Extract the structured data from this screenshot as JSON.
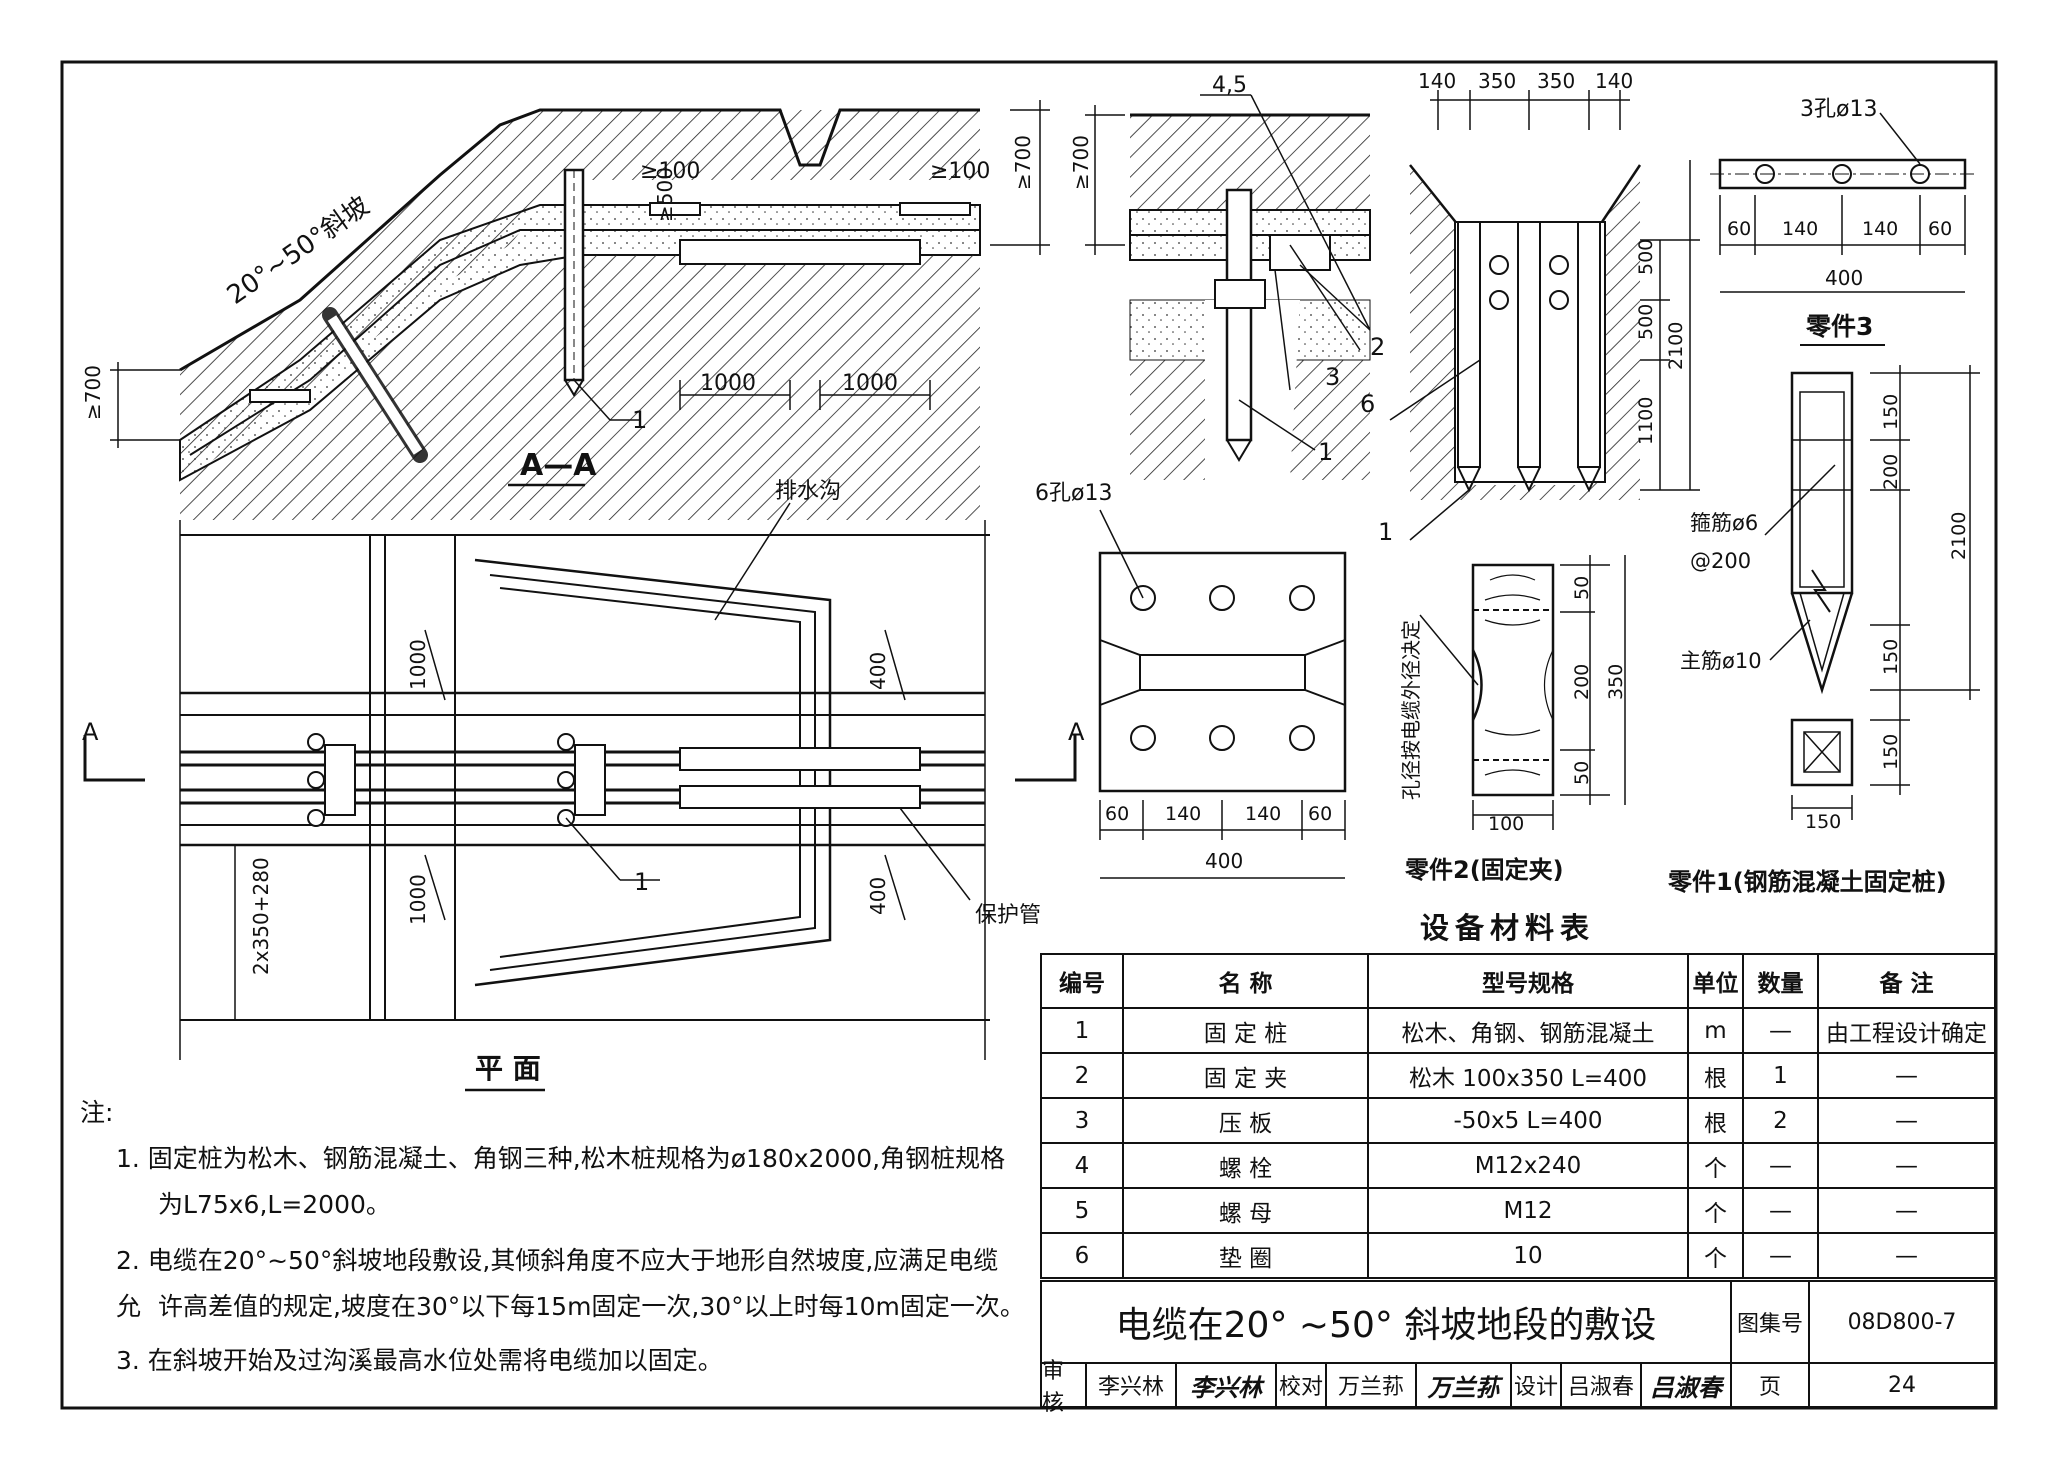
{
  "drawing": {
    "section_label": "A—A",
    "plan_label": "平 面",
    "slope_label": "20°~50°斜坡",
    "drain_label": "排水沟",
    "pipe_label": "保护管",
    "cut_label_a": "A",
    "dims": {
      "min700_a": "≥700",
      "min700_b": "≥700",
      "min700_c": "≥700",
      "min100_a": "≥100",
      "min100_b": "≥100",
      "min500": "≥500",
      "d1000_a": "1000",
      "d1000_b": "1000",
      "d1000_c": "1000",
      "d1000_d": "1000",
      "d400_a": "400",
      "d400_b": "400",
      "d2x350": "2x350+280",
      "lead45": "4,5"
    },
    "callouts": [
      "1",
      "1",
      "1",
      "1",
      "2",
      "3",
      "6"
    ]
  },
  "part3": {
    "title": "零件3",
    "holes": "3孔ø13",
    "dims": [
      "60",
      "140",
      "140",
      "60"
    ],
    "total": "400"
  },
  "plate": {
    "holes": "6孔ø13",
    "dims": [
      "60",
      "140",
      "140",
      "60"
    ],
    "total": "400"
  },
  "pile_group": {
    "top_dims": [
      "140",
      "350",
      "350",
      "140"
    ],
    "side_dims": [
      "500",
      "500",
      "1100"
    ],
    "total": "2100"
  },
  "part2": {
    "title": "零件2(固定夹)",
    "note": "孔径按电缆外径决定",
    "dims": [
      "50",
      "200",
      "50"
    ],
    "total": "350",
    "width": "100"
  },
  "part1": {
    "title": "零件1(钢筋混凝土固定桩)",
    "stirrup": "箍筋ø6",
    "spacing": "@200",
    "main_bar": "主筋ø10",
    "dims": [
      "150",
      "200",
      "150",
      "150"
    ],
    "total": "2100",
    "width": "150"
  },
  "notes": {
    "head": "注:",
    "items": [
      "1. 固定桩为松木、钢筋混凝土、角钢三种,松木桩规格为ø180x2000,角钢桩规格",
      "为L75x6,L=2000。",
      "2. 电缆在20°~50°斜坡地段敷设,其倾斜角度不应大于地形自然坡度,应满足电缆允",
      "许高差值的规定,坡度在30°以下每15m固定一次,30°以上时每10m固定一次。",
      "3. 在斜坡开始及过沟溪最高水位处需将电缆加以固定。"
    ]
  },
  "materials": {
    "title": "设备材料表",
    "headers": [
      "编号",
      "名  称",
      "型号规格",
      "单位",
      "数量",
      "备  注"
    ],
    "rows": [
      [
        "1",
        "固 定 桩",
        "松木、角钢、钢筋混凝土",
        "m",
        "—",
        "由工程设计确定"
      ],
      [
        "2",
        "固 定 夹",
        "松木 100x350 L=400",
        "根",
        "1",
        "—"
      ],
      [
        "3",
        "压  板",
        "-50x5 L=400",
        "根",
        "2",
        "—"
      ],
      [
        "4",
        "螺  栓",
        "M12x240",
        "个",
        "—",
        "—"
      ],
      [
        "5",
        "螺  母",
        "M12",
        "个",
        "—",
        "—"
      ],
      [
        "6",
        "垫  圈",
        "10",
        "个",
        "—",
        "—"
      ]
    ]
  },
  "titleblock": {
    "title": "电缆在20° ~50° 斜坡地段的敷设",
    "atlas_label": "图集号",
    "atlas_no": "08D800-7",
    "review_label": "审核",
    "reviewer": "李兴林",
    "check_label": "校对",
    "checker": "万兰荪",
    "design_label": "设计",
    "designer": "吕淑春",
    "page_label": "页",
    "page_no": "24"
  }
}
